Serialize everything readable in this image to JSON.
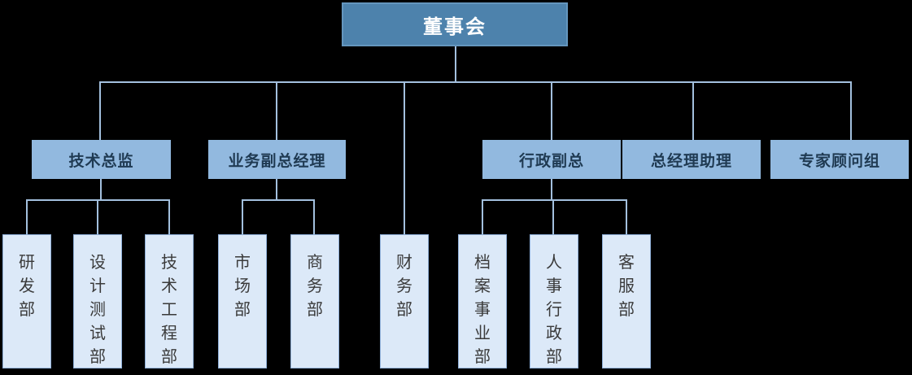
{
  "chart": {
    "type": "org-chart",
    "colors": {
      "background": "#000000",
      "root_fill": "#4D82AC",
      "root_text": "#FFFFFF",
      "manager_fill": "#92B9DF",
      "manager_text": "#1F3A52",
      "department_fill": "#DCE9F8",
      "department_border": "#8FAFD8",
      "department_text": "#3A3A3A",
      "connector": "#A3C0DE"
    },
    "root": {
      "label": "董事会"
    },
    "managers": [
      {
        "label": "技术总监"
      },
      {
        "label": "业务副总经理"
      },
      {
        "label": "行政副总"
      },
      {
        "label": "总经理助理"
      },
      {
        "label": "专家顾问组"
      }
    ],
    "departments": [
      {
        "label": "研发部"
      },
      {
        "label": "设计测试部"
      },
      {
        "label": "技术工程部"
      },
      {
        "label": "市场部"
      },
      {
        "label": "商务部"
      },
      {
        "label": "财务部"
      },
      {
        "label": "档案事业部"
      },
      {
        "label": "人事行政部"
      },
      {
        "label": "客服部"
      }
    ]
  }
}
